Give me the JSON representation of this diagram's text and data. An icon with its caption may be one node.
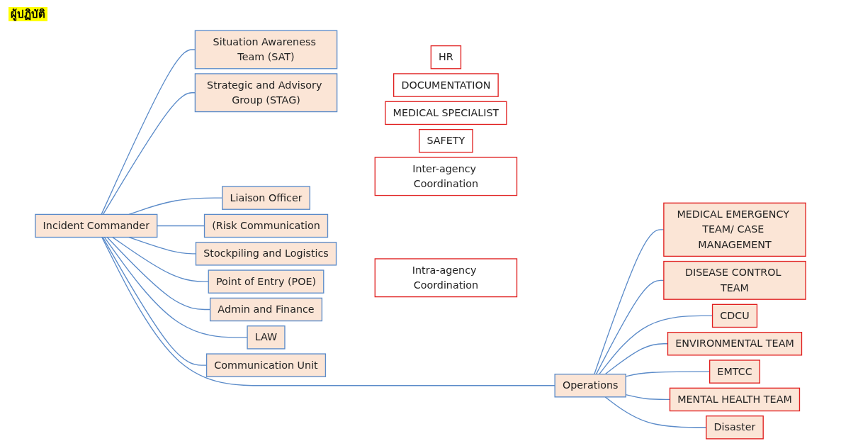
{
  "diagram": {
    "nodes": [
      {
        "text": [
          "Incident Commander"
        ]
      },
      {
        "text": [
          "Situation Awareness Team (SAT)"
        ]
      },
      {
        "text": [
          "Strategic and Advisory Group (STAG)"
        ]
      },
      {
        "text": [
          "HR"
        ]
      },
      {
        "text": [
          "DOCUMENTATION"
        ]
      },
      {
        "text": [
          "MEDICAL SPECIALIST"
        ]
      },
      {
        "text": [
          "SAFETY"
        ]
      },
      {
        "text": [
          "Inter-agency Coordination"
        ]
      },
      {
        "text": [
          "Intra-agency Coordination"
        ]
      },
      {
        "text": [
          "Liaison Officer"
        ]
      },
      {
        "text": [
          "(Risk Communication"
        ]
      },
      {
        "text": [
          "Operations"
        ]
      },
      {
        "text": [
          "Stockpiling and Logistics"
        ]
      },
      {
        "text": [
          "Point of Entry (POE)"
        ]
      },
      {
        "text": [
          "Admin and Finance"
        ]
      },
      {
        "text": [
          "LAW"
        ]
      },
      {
        "text": [
          "Communication Unit"
        ]
      },
      {
        "text": [
          "MEDICAL EMERGENCY TEAM/ CASE MANAGEMENT"
        ]
      },
      {
        "text": [
          "DISEASE CONTROL TEAM"
        ]
      },
      {
        "text": [
          "CDCU"
        ]
      },
      {
        "text": [
          "ENVIRONMENTAL TEAM"
        ]
      },
      {
        "text": [
          "EMTCC"
        ]
      },
      {
        "text": [
          "MENTAL HEALTH TEAM"
        ]
      },
      {
        "text": [
          "Disaster"
        ]
      }
    ],
    "edges": [
      {
        "from": 0,
        "to": 1,
        "arrow": "none"
      },
      {
        "from": 0,
        "to": 2,
        "arrow": "none"
      },
      {
        "from": 0,
        "to": 9,
        "arrow": "none"
      },
      {
        "from": 0,
        "to": 10,
        "arrow": "none"
      },
      {
        "from": 0,
        "to": 11,
        "arrow": "none"
      },
      {
        "from": 0,
        "to": 12,
        "arrow": "none"
      },
      {
        "from": 0,
        "to": 13,
        "arrow": "none"
      },
      {
        "from": 0,
        "to": 14,
        "arrow": "none"
      },
      {
        "from": 0,
        "to": 15,
        "arrow": "none"
      },
      {
        "from": 0,
        "to": 16,
        "arrow": "none"
      },
      {
        "from": 11,
        "to": 17,
        "arrow": "none"
      },
      {
        "from": 11,
        "to": 18,
        "arrow": "none"
      },
      {
        "from": 11,
        "to": 19,
        "arrow": "none"
      },
      {
        "from": 11,
        "to": 20,
        "arrow": "none"
      },
      {
        "from": 11,
        "to": 21,
        "arrow": "none"
      },
      {
        "from": 11,
        "to": 22,
        "arrow": "none"
      },
      {
        "from": 11,
        "to": 23,
        "arrow": "none"
      }
    ],
    "labels": [
      "ผู้ปฏิบัติ"
    ]
  }
}
